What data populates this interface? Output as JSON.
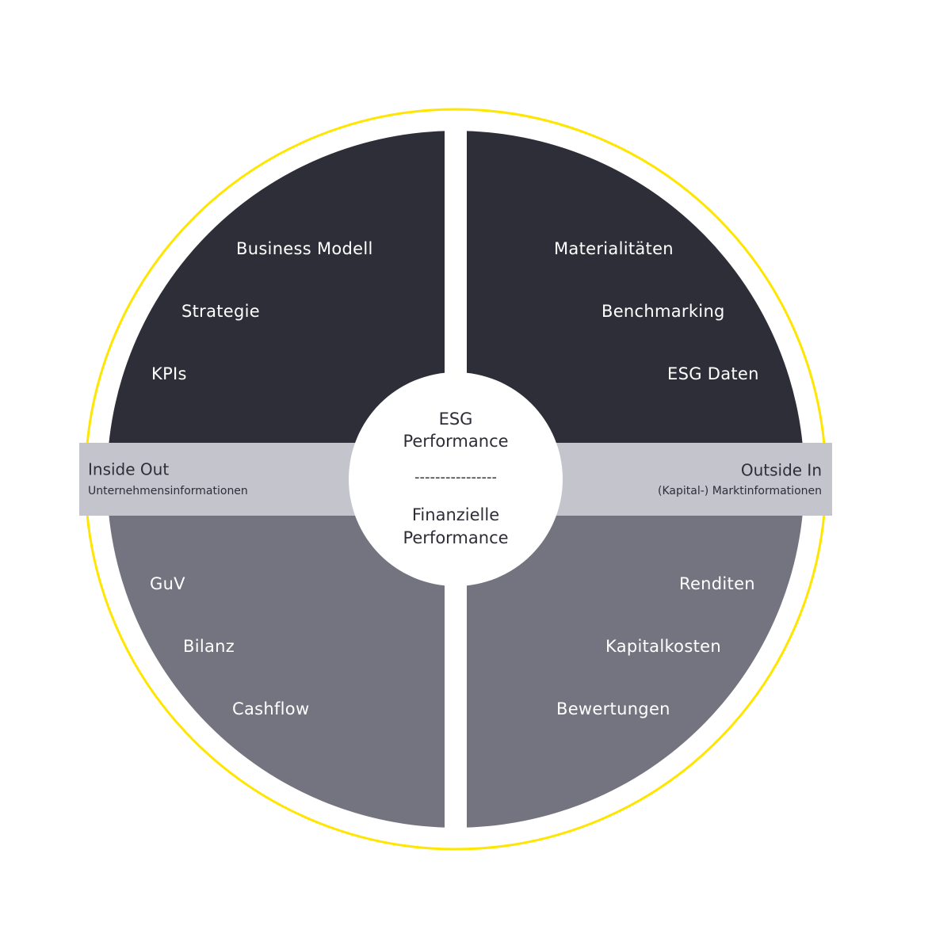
{
  "colors": {
    "ring": "#ffe600",
    "top_quadrants": "#2e2e38",
    "bottom_quadrants": "#747480",
    "band": "#c4c4cd",
    "text_dark": "#2e2e38"
  },
  "center": {
    "top_line1": "ESG",
    "top_line2": "Performance",
    "divider": "----------------",
    "bottom_line1": "Finanzielle",
    "bottom_line2": "Performance"
  },
  "band": {
    "left_title": "Inside Out",
    "left_subtitle": "Unternehmensinformationen",
    "right_title": "Outside In",
    "right_subtitle": "(Kapital-) Marktinformationen"
  },
  "quadrants": {
    "top_left": [
      "Business Modell",
      "Strategie",
      "KPIs"
    ],
    "top_right": [
      "Materialitäten",
      "Benchmarking",
      "ESG Daten"
    ],
    "bottom_left": [
      "GuV",
      "Bilanz",
      "Cashflow"
    ],
    "bottom_right": [
      "Renditen",
      "Kapitalkosten",
      "Bewertungen"
    ]
  }
}
